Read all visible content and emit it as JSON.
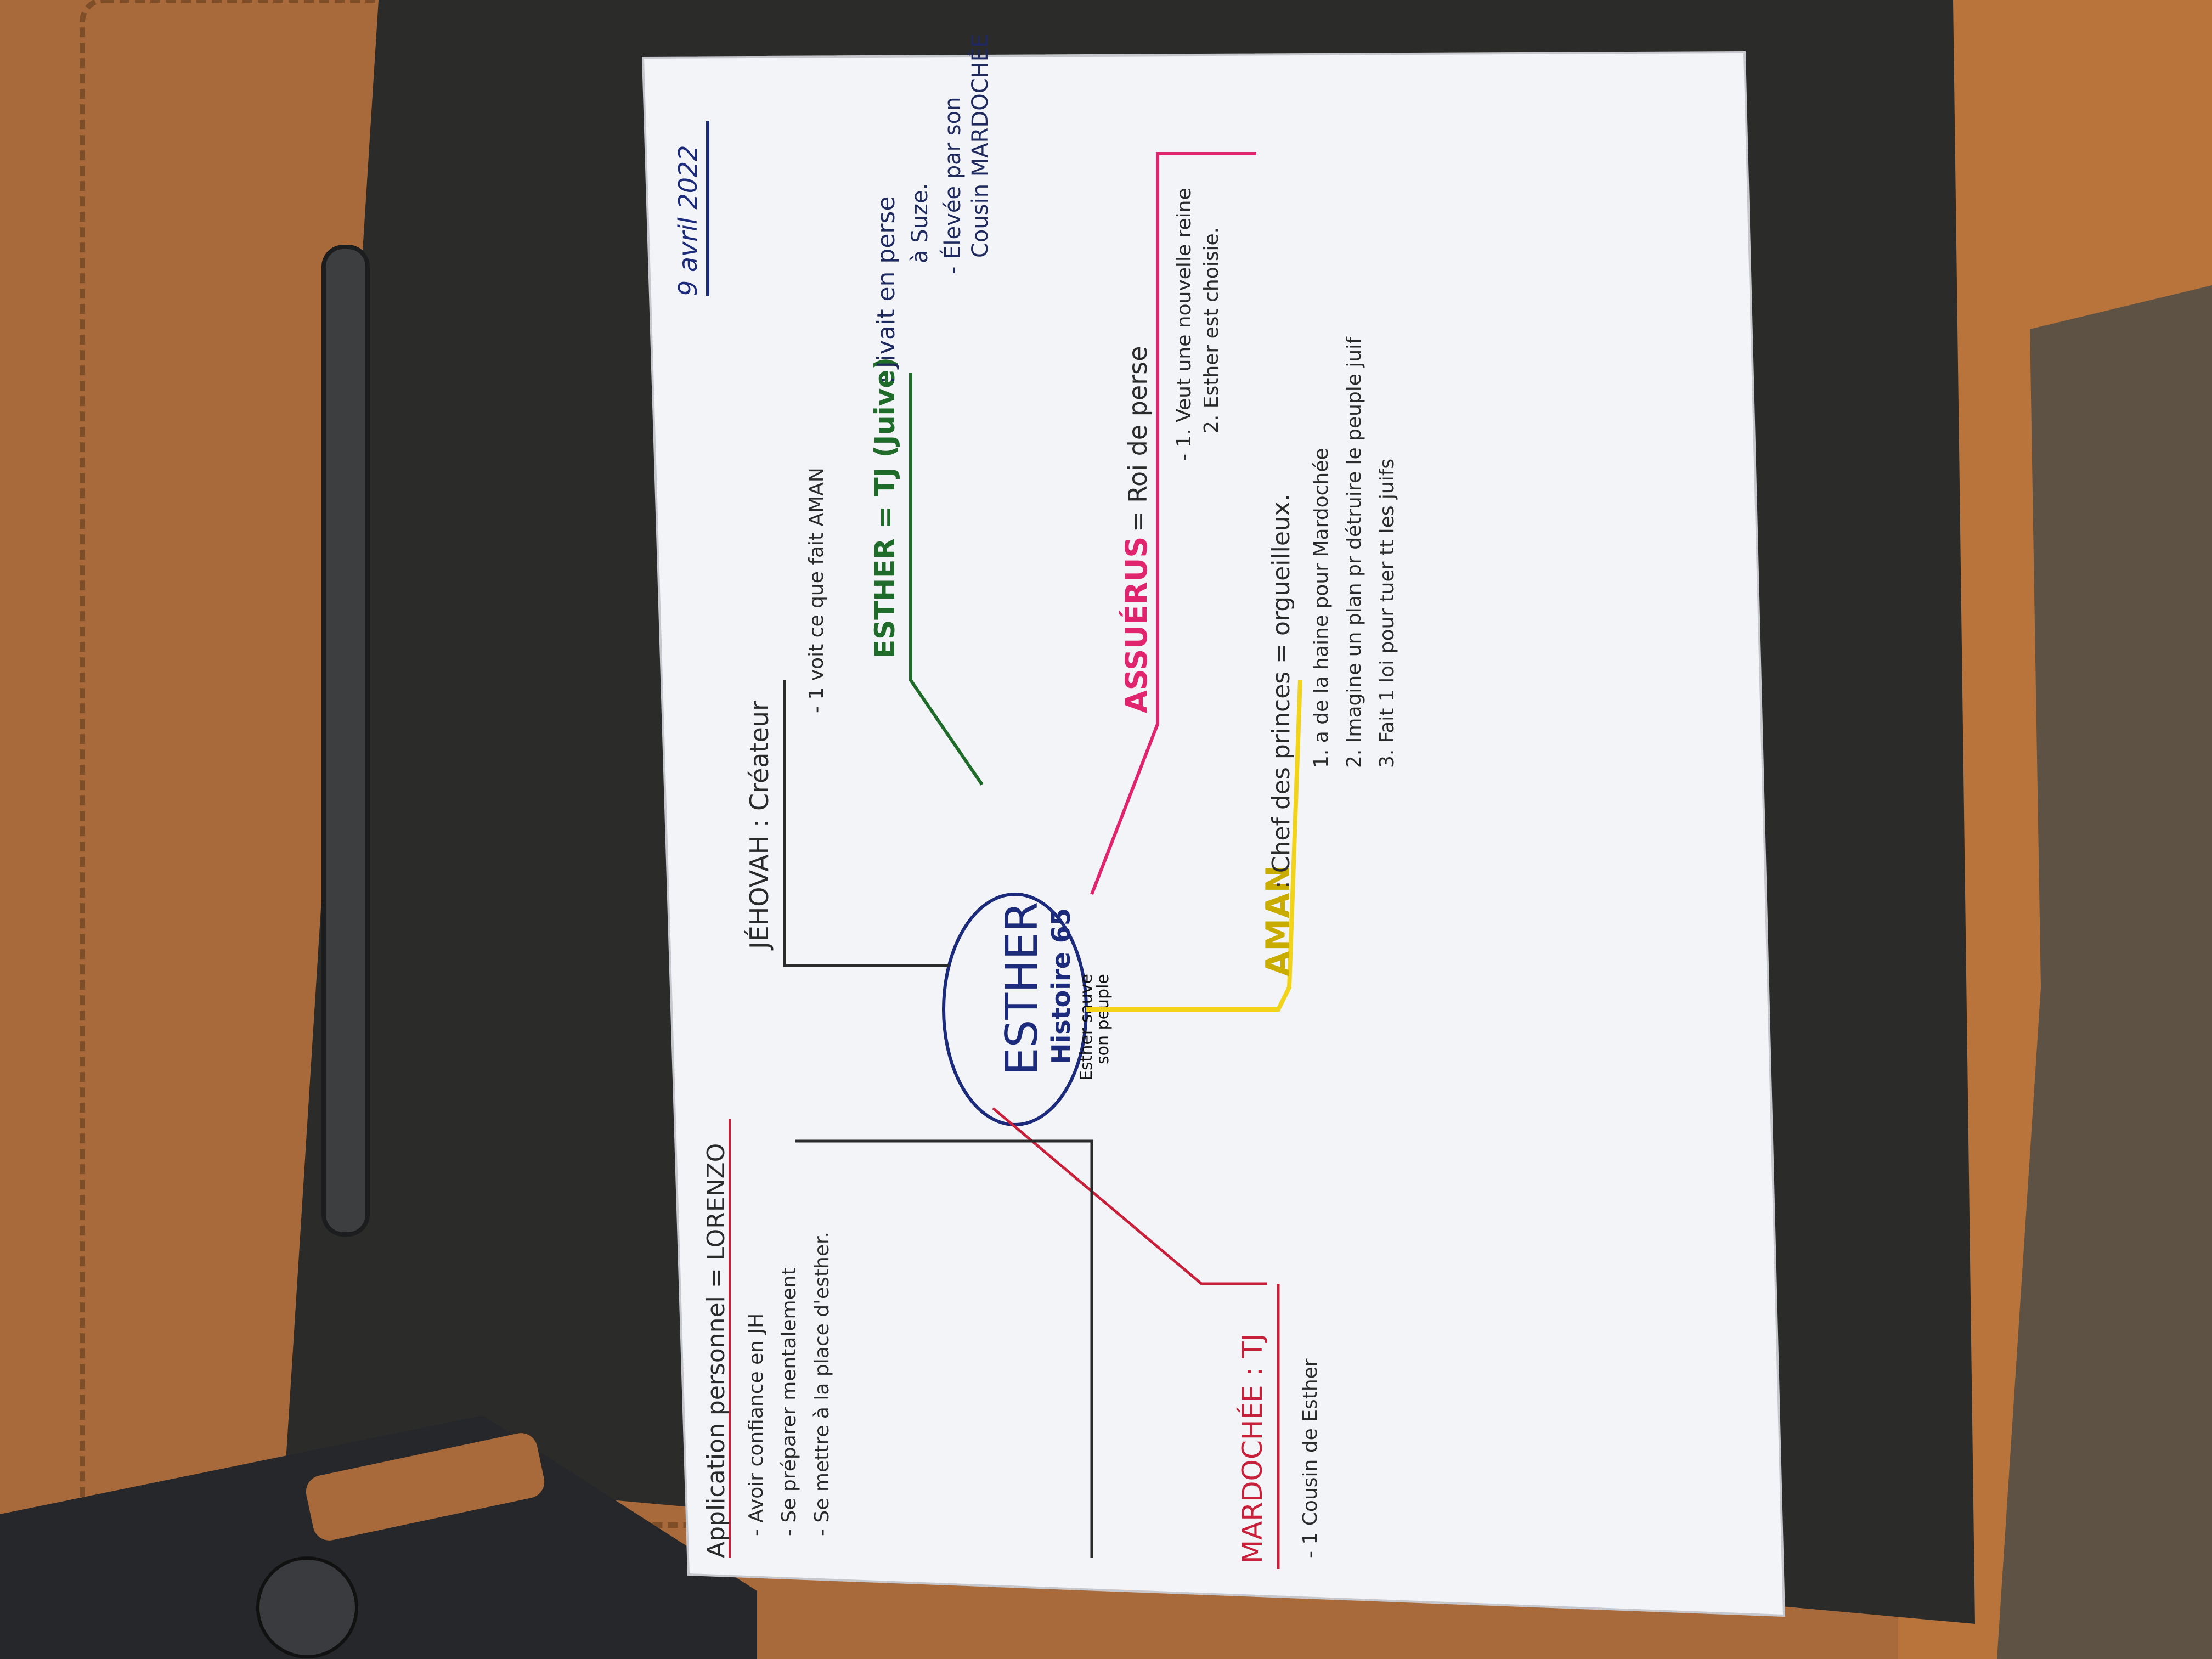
{
  "scene": {
    "description_colors": {
      "desk": "#b8743a",
      "leather": "#a86a3a",
      "blotter": "#2b2b2a",
      "paper": "#f3f4f8"
    }
  },
  "mindmap": {
    "date": "9 avril 2022",
    "center": {
      "title": "ESTHER",
      "subtitle": "Histoire 65",
      "caption_line1": "Esther sauve",
      "caption_line2": "son peuple",
      "ink": "#1b2a7a"
    },
    "branches": [
      {
        "id": "jehovah",
        "ink": "#2a2a2a",
        "heading": "JÉHOVAH : Créateur",
        "items": [
          "- 1 voit ce que fait AMAN"
        ]
      },
      {
        "id": "esther",
        "ink": "#1f6b2a",
        "heading": "ESTHER = TJ (Juive)",
        "text_ink": "#1e2a5e",
        "items": [
          ": Jivait en perse",
          "à Suze.",
          "- Élevée par son",
          "Cousin MARDOCHÉE"
        ]
      },
      {
        "id": "assuerus",
        "ink": "#e0246e",
        "heading": "ASSUÉRUS",
        "heading_suffix": "= Roi de perse",
        "items": [
          "- 1. Veut une nouvelle reine",
          "2. Esther est choisie."
        ]
      },
      {
        "id": "aman",
        "ink": "#f1d41a",
        "heading": "AMAN",
        "heading_suffix": ": Chef des princes = orgueilleux.",
        "items": [
          "1. a de la haine pour Mardochée",
          "2. Imagine un plan pr détruire le peuple juif",
          "3. Fait 1 loi pour tuer tt les juifs"
        ]
      },
      {
        "id": "mardochee",
        "ink": "#c8203a",
        "heading": "MARDOCHÉE : TJ",
        "items": [
          "- 1 Cousin de Esther"
        ]
      },
      {
        "id": "application",
        "ink": "#2a2a2a",
        "heading": "Application personnel = LORENZO",
        "underline_ink": "#c8203a",
        "items": [
          "- Avoir confiance en JH",
          "- Se préparer mentalement",
          "- Se mettre à la place d'esther."
        ]
      }
    ]
  }
}
